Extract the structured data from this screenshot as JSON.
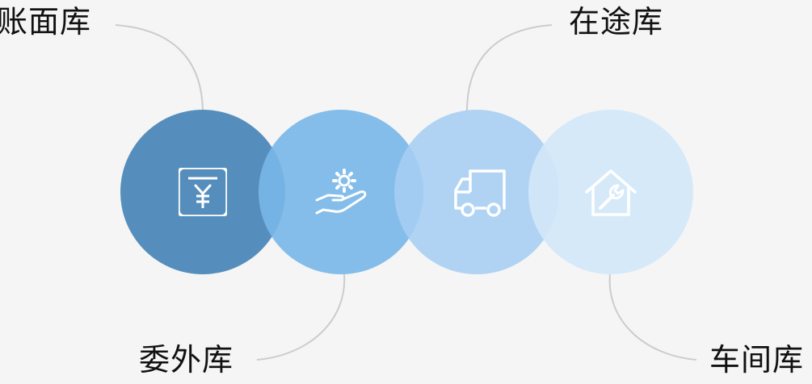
{
  "diagram": {
    "items": [
      {
        "label": "账面库",
        "icon": "ledger-yen-icon",
        "color": "rgba(72,133,183,0.93)"
      },
      {
        "label": "委外库",
        "icon": "hand-gear-icon",
        "color": "rgba(120,183,232,0.90)"
      },
      {
        "label": "在途库",
        "icon": "truck-icon",
        "color": "rgba(166,206,242,0.88)"
      },
      {
        "label": "车间库",
        "icon": "house-wrench-icon",
        "color": "rgba(211,231,248,0.92)"
      }
    ],
    "connector_color": "#cccccc",
    "icon_color": "#ffffff",
    "background": "#f5f5f5"
  }
}
